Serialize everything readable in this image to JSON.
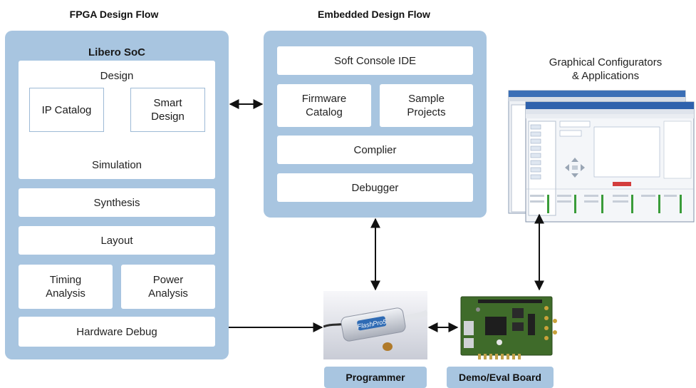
{
  "headings": {
    "fpga_flow": "FPGA Design Flow",
    "embedded_flow": "Embedded Design Flow",
    "configurators_line1": "Graphical Configurators",
    "configurators_line2": "& Applications"
  },
  "libero": {
    "title": "Libero SoC",
    "design": "Design",
    "ip_catalog": "IP Catalog",
    "smart_design_line1": "Smart",
    "smart_design_line2": "Design",
    "simulation": "Simulation",
    "synthesis": "Synthesis",
    "layout": "Layout",
    "timing_line1": "Timing",
    "timing_line2": "Analysis",
    "power_line1": "Power",
    "power_line2": "Analysis",
    "hardware_debug": "Hardware Debug"
  },
  "embedded": {
    "soft_console": "Soft Console IDE",
    "firmware_line1": "Firmware",
    "firmware_line2": "Catalog",
    "sample_line1": "Sample",
    "sample_line2": "Projects",
    "compiler": "Complier",
    "debugger": "Debugger"
  },
  "hardware": {
    "programmer": "Programmer",
    "demo_board": "Demo/Eval Board",
    "programmer_brand": "FlashPro5"
  },
  "colors": {
    "panel": "#a8c5e0",
    "box_border": "#9dbad6",
    "board_green": "#3f6b2a",
    "arrow": "#111111"
  }
}
